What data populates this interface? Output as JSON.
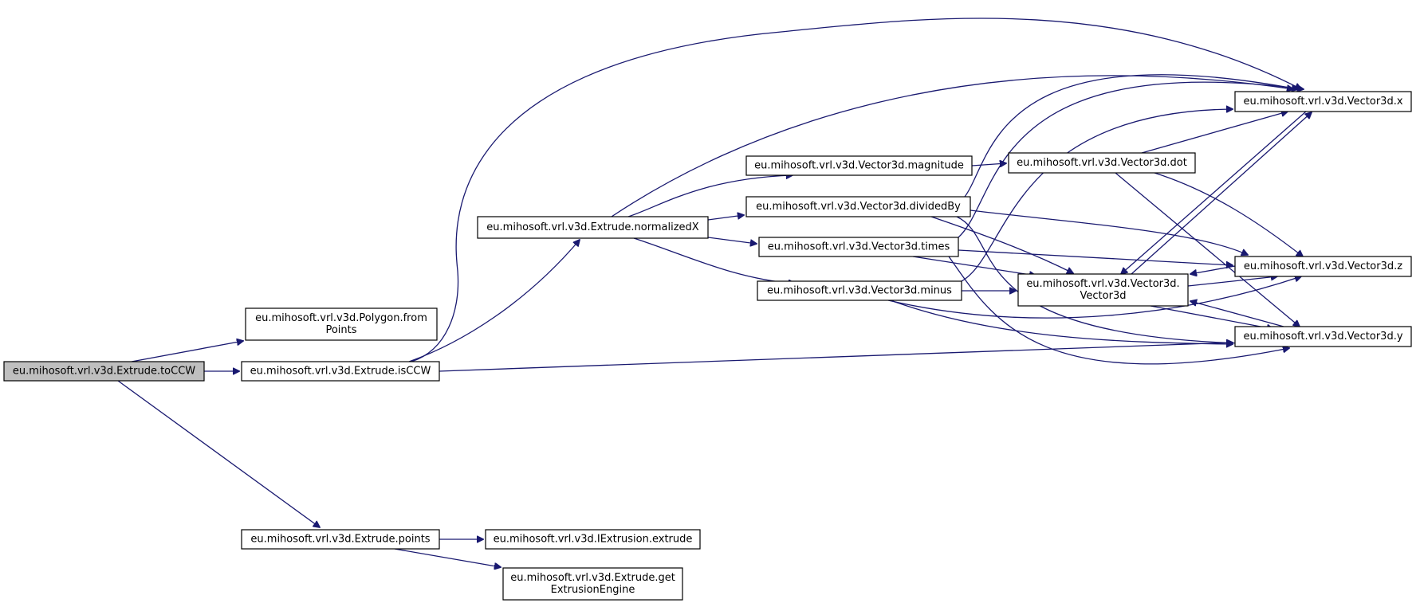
{
  "nodes": [
    {
      "id": "toCCW",
      "lines": [
        "eu.mihosoft.vrl.v3d.Extrude.toCCW"
      ],
      "root": true
    },
    {
      "id": "polyFromPoints",
      "lines": [
        "eu.mihosoft.vrl.v3d.Polygon.from",
        "Points"
      ]
    },
    {
      "id": "isCCW",
      "lines": [
        "eu.mihosoft.vrl.v3d.Extrude.isCCW"
      ]
    },
    {
      "id": "extrudePoints",
      "lines": [
        "eu.mihosoft.vrl.v3d.Extrude.points"
      ]
    },
    {
      "id": "iextrusion",
      "lines": [
        "eu.mihosoft.vrl.v3d.IExtrusion.extrude"
      ]
    },
    {
      "id": "getExtrusionEngine",
      "lines": [
        "eu.mihosoft.vrl.v3d.Extrude.get",
        "ExtrusionEngine"
      ]
    },
    {
      "id": "normalizedX",
      "lines": [
        "eu.mihosoft.vrl.v3d.Extrude.normalizedX"
      ]
    },
    {
      "id": "magnitude",
      "lines": [
        "eu.mihosoft.vrl.v3d.Vector3d.magnitude"
      ]
    },
    {
      "id": "dividedBy",
      "lines": [
        "eu.mihosoft.vrl.v3d.Vector3d.dividedBy"
      ]
    },
    {
      "id": "times",
      "lines": [
        "eu.mihosoft.vrl.v3d.Vector3d.times"
      ]
    },
    {
      "id": "minus",
      "lines": [
        "eu.mihosoft.vrl.v3d.Vector3d.minus"
      ]
    },
    {
      "id": "dot",
      "lines": [
        "eu.mihosoft.vrl.v3d.Vector3d.dot"
      ]
    },
    {
      "id": "ctor",
      "lines": [
        "eu.mihosoft.vrl.v3d.Vector3d.",
        "Vector3d"
      ]
    },
    {
      "id": "vx",
      "lines": [
        "eu.mihosoft.vrl.v3d.Vector3d.x"
      ]
    },
    {
      "id": "vz",
      "lines": [
        "eu.mihosoft.vrl.v3d.Vector3d.z"
      ]
    },
    {
      "id": "vy",
      "lines": [
        "eu.mihosoft.vrl.v3d.Vector3d.y"
      ]
    }
  ],
  "edges": [
    [
      "toCCW",
      "polyFromPoints"
    ],
    [
      "toCCW",
      "isCCW"
    ],
    [
      "toCCW",
      "extrudePoints"
    ],
    [
      "extrudePoints",
      "iextrusion"
    ],
    [
      "extrudePoints",
      "getExtrusionEngine"
    ],
    [
      "isCCW",
      "normalizedX"
    ],
    [
      "isCCW",
      "vx"
    ],
    [
      "isCCW",
      "vy"
    ],
    [
      "normalizedX",
      "magnitude"
    ],
    [
      "normalizedX",
      "dividedBy"
    ],
    [
      "normalizedX",
      "times"
    ],
    [
      "normalizedX",
      "minus"
    ],
    [
      "normalizedX",
      "vx"
    ],
    [
      "magnitude",
      "dot"
    ],
    [
      "dividedBy",
      "vx"
    ],
    [
      "dividedBy",
      "ctor"
    ],
    [
      "dividedBy",
      "vz"
    ],
    [
      "dividedBy",
      "vy"
    ],
    [
      "times",
      "vx"
    ],
    [
      "times",
      "ctor"
    ],
    [
      "times",
      "vz"
    ],
    [
      "times",
      "vy"
    ],
    [
      "minus",
      "vx"
    ],
    [
      "minus",
      "ctor"
    ],
    [
      "minus",
      "vz"
    ],
    [
      "minus",
      "vy"
    ],
    [
      "dot",
      "vx"
    ],
    [
      "dot",
      "vz"
    ],
    [
      "dot",
      "vy"
    ],
    [
      "ctor",
      "vx"
    ],
    [
      "ctor",
      "vz"
    ],
    [
      "ctor",
      "vy"
    ],
    [
      "vx",
      "ctor"
    ],
    [
      "vz",
      "ctor"
    ],
    [
      "vy",
      "ctor"
    ]
  ]
}
